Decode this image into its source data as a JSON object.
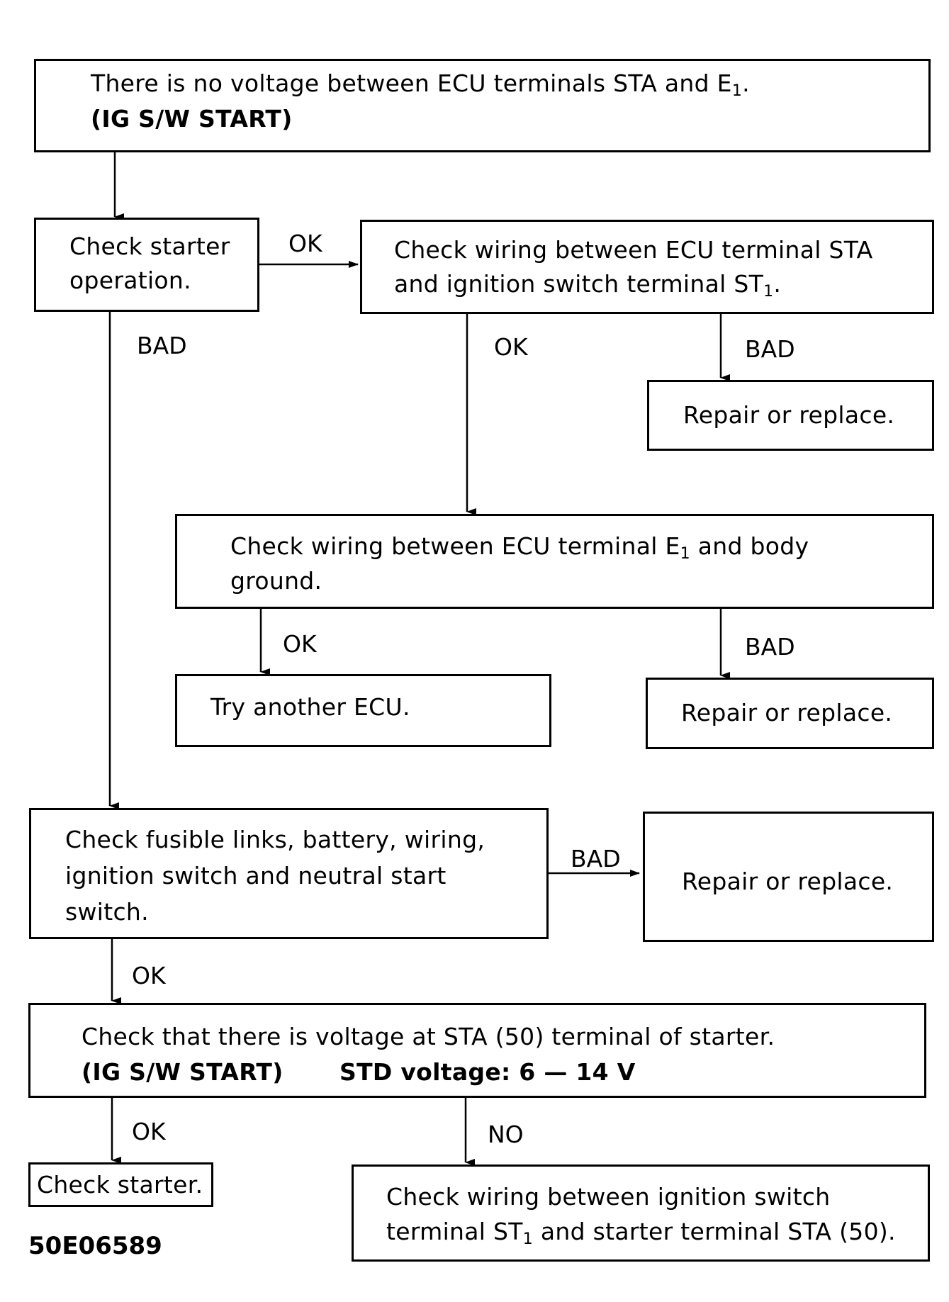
{
  "start": {
    "line1_a": "There is no voltage between ECU terminals STA and E",
    "line1_sub": "1",
    "line1_b": ".",
    "line2": "(IG S/W START)"
  },
  "check_starter_op": {
    "line1": "Check starter",
    "line2": "operation."
  },
  "check_wiring_sta": {
    "line1": "Check wiring between ECU terminal STA",
    "line2_a": "and ignition switch terminal ST",
    "line2_sub": "1",
    "line2_b": "."
  },
  "repair1": {
    "text": "Repair or replace."
  },
  "check_wiring_e1": {
    "line1_a": "Check wiring between ECU terminal E",
    "line1_sub": "1",
    "line1_b": " and body",
    "line2": "ground."
  },
  "try_ecu": {
    "text": "Try another ECU."
  },
  "repair2": {
    "text": "Repair or replace."
  },
  "check_fusible": {
    "line1": "Check fusible links, battery, wiring,",
    "line2": "ignition switch and neutral start",
    "line3": "switch."
  },
  "repair3": {
    "text": "Repair or replace."
  },
  "check_voltage": {
    "line1": "Check that there is voltage at STA (50) terminal of starter.",
    "line2_a": "(IG S/W START)",
    "line2_b": "STD voltage:  6 — 14 V"
  },
  "check_starter": {
    "text": "Check starter."
  },
  "check_wiring_st1": {
    "line1": "Check wiring between ignition switch",
    "line2_a": "terminal ST",
    "line2_sub": "1",
    "line2_b": " and starter terminal STA (50)."
  },
  "labels": {
    "ok_1": "OK",
    "bad_1": "BAD",
    "ok_2": "OK",
    "bad_2": "BAD",
    "ok_3": "OK",
    "bad_3": "BAD",
    "bad_4": "BAD",
    "ok_4": "OK",
    "ok_5": "OK",
    "no_1": "NO"
  },
  "figure_code": "50E06589"
}
